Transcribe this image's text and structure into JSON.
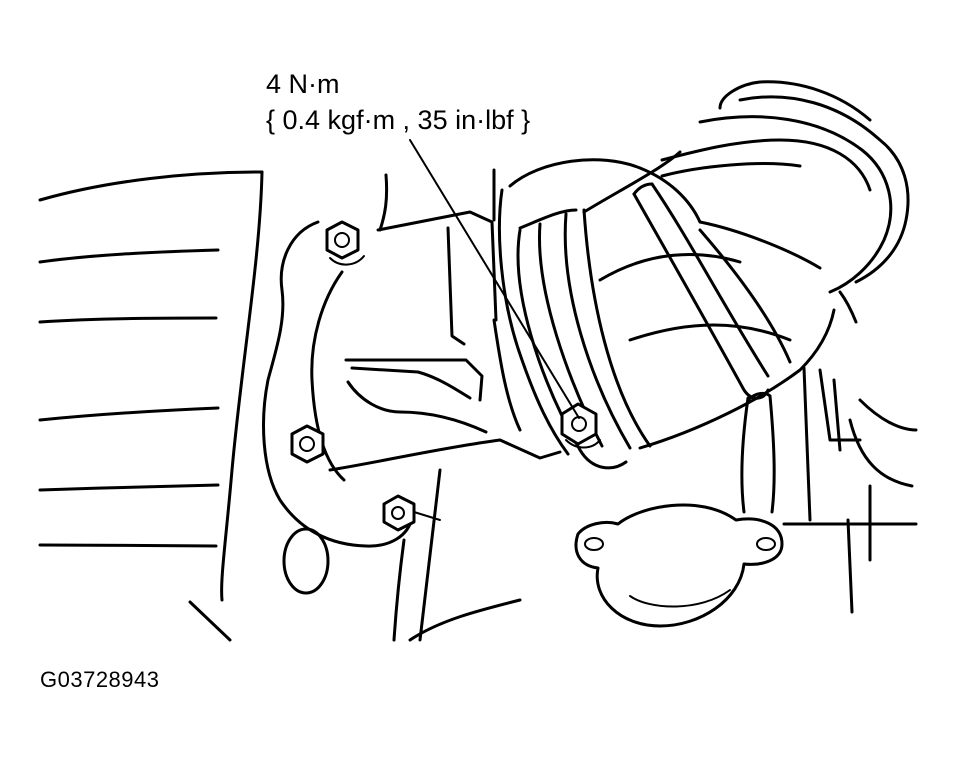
{
  "torque_callout": {
    "line1": "4 N·m",
    "line2": "{ 0.4 kgf·m , 35 in·lbf }"
  },
  "figure_id": "G03728943",
  "colors": {
    "ink": "#000000",
    "paper": "#ffffff"
  }
}
